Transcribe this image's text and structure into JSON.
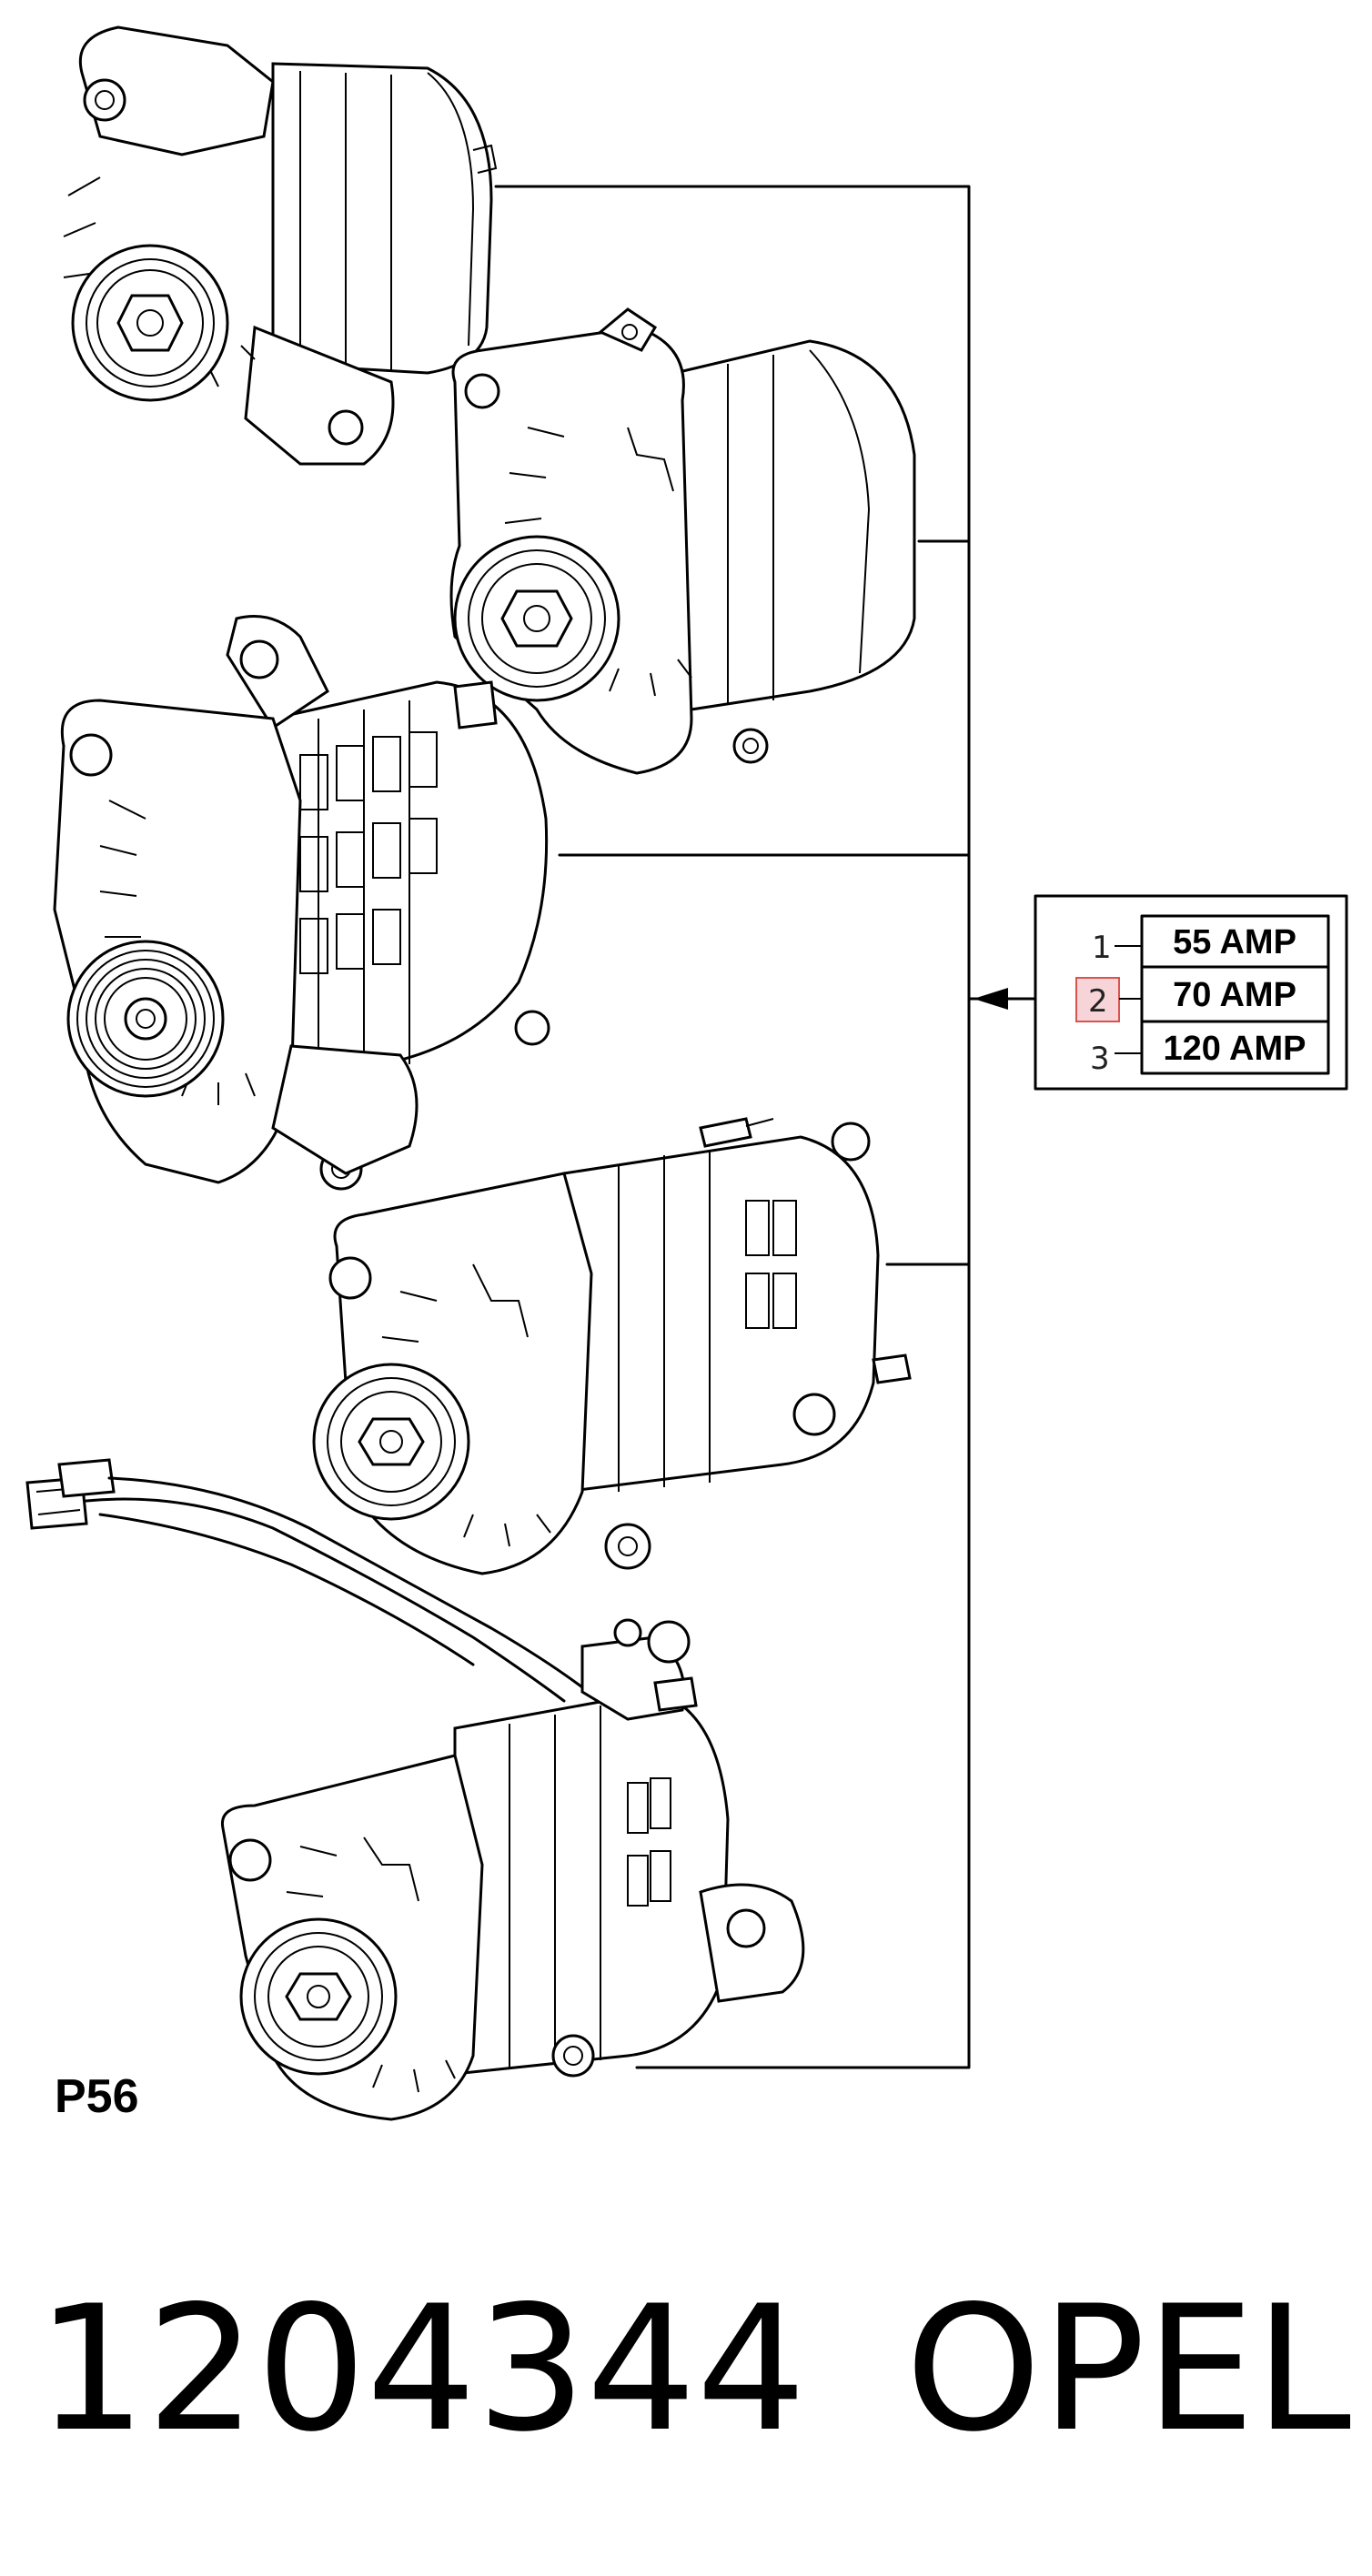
{
  "page_code": "P56",
  "part_number": "1204344",
  "brand": "OPEL",
  "legend": {
    "options": [
      {
        "num": "1",
        "label": "55 AMP",
        "highlighted": false
      },
      {
        "num": "2",
        "label": "70 AMP",
        "highlighted": true
      },
      {
        "num": "3",
        "label": "120 AMP",
        "highlighted": false
      }
    ]
  },
  "colors": {
    "line": "#000000",
    "highlight_fill": "#f6d4d8",
    "highlight_stroke": "#d9534f"
  },
  "illustrations": [
    "alternator-1",
    "alternator-2",
    "alternator-3",
    "alternator-4",
    "alternator-5-with-wiring-harness"
  ]
}
